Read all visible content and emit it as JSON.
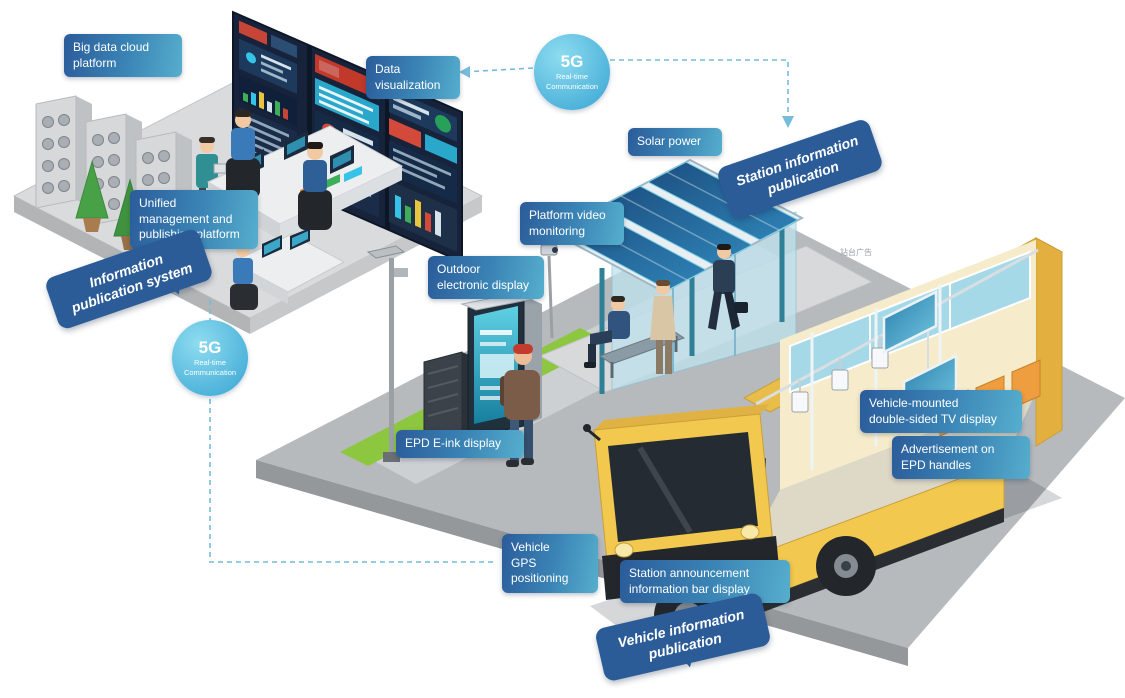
{
  "callouts": {
    "big_data": "Big data cloud\nplatform",
    "data_visualization": "Data\nvisualization",
    "solar_power": "Solar power",
    "platform_video": "Platform video\nmonitoring",
    "outdoor_display": "Outdoor\nelectronic display",
    "unified_management": "Unified\nmanagement and\npublishing platform",
    "epd_eink": "EPD E-ink display",
    "vehicle_gps": "Vehicle\nGPS\npositioning",
    "station_announcement": "Station announcement\ninformation bar display",
    "tv_display": "Vehicle-mounted\ndouble-sided TV display",
    "epd_handles": "Advertisement on\nEPD handles"
  },
  "bubbles": {
    "station_info": "Station information\npublication",
    "info_publication": "Information\npublication system",
    "vehicle_info": "Vehicle information\npublication"
  },
  "badge_5g": {
    "big": "5G",
    "line1": "Real-time",
    "line2": "Communication"
  },
  "caption": {
    "platform_ad": "站台广告"
  },
  "colors": {
    "label_blue": "#2b5c9a",
    "label_teal": "#56aecd",
    "bubble_blue": "#2b5c98",
    "badge_blue": "#4db2da",
    "bus_yellow": "#f2c84e",
    "grass_green": "#8dc63f",
    "dashed_line": "#74bcd9"
  }
}
